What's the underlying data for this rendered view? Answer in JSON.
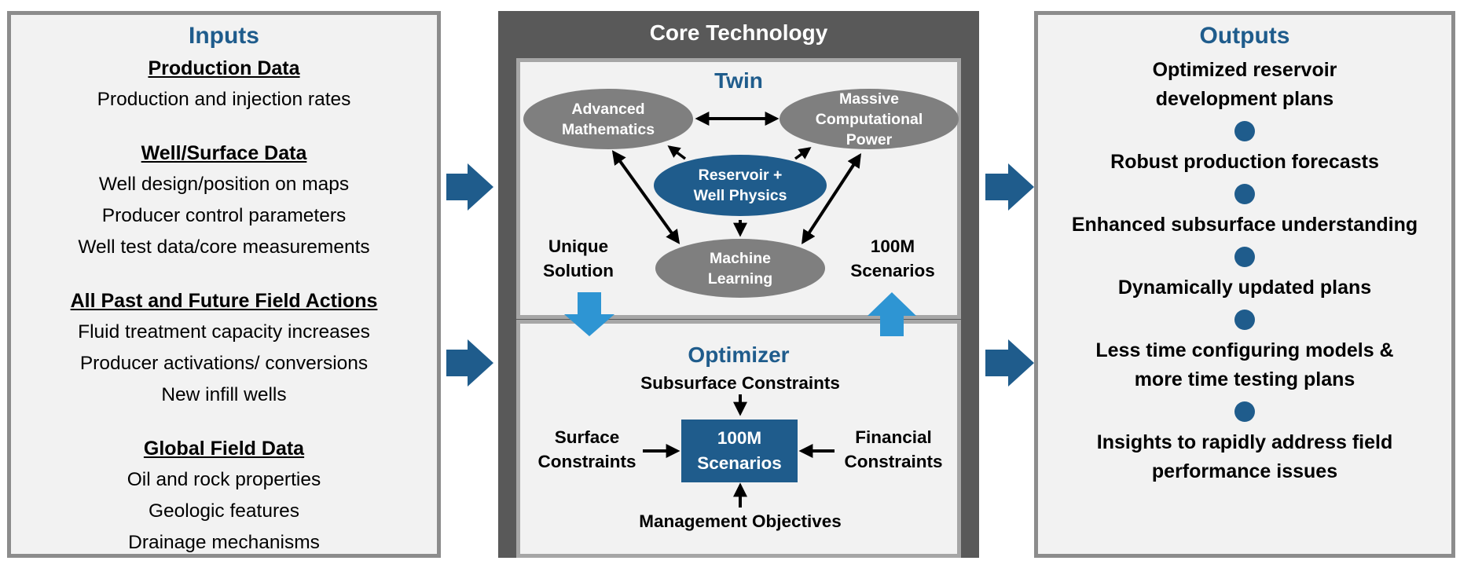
{
  "inputs": {
    "title": "Inputs",
    "groups": [
      {
        "heading": "Production Data",
        "items": [
          "Production and injection rates"
        ]
      },
      {
        "heading": "Well/Surface Data",
        "items": [
          "Well design/position on maps",
          "Producer control parameters",
          "Well test data/core measurements"
        ]
      },
      {
        "heading": "All Past and Future Field Actions",
        "items": [
          "Fluid treatment capacity increases",
          "Producer activations/ conversions",
          "New infill wells"
        ]
      },
      {
        "heading": "Global Field Data",
        "items": [
          "Oil and rock properties",
          "Geologic features",
          "Drainage mechanisms"
        ]
      }
    ]
  },
  "core": {
    "title": "Core Technology",
    "twin": {
      "title": "Twin",
      "advanced_math": [
        "Advanced",
        "Mathematics"
      ],
      "massive_power": [
        "Massive",
        "Computational",
        "Power"
      ],
      "reservoir_physics": [
        "Reservoir +",
        "Well Physics"
      ],
      "machine_learning": [
        "Machine",
        "Learning"
      ],
      "unique_solution": [
        "Unique",
        "Solution"
      ],
      "scenarios": [
        "100M",
        "Scenarios"
      ]
    },
    "optimizer": {
      "title": "Optimizer",
      "subsurface": "Subsurface Constraints",
      "surface": [
        "Surface",
        "Constraints"
      ],
      "financial": [
        "Financial",
        "Constraints"
      ],
      "management": "Management Objectives",
      "scenarios_box": [
        "100M",
        "Scenarios"
      ]
    }
  },
  "outputs": {
    "title": "Outputs",
    "items": [
      [
        "Optimized reservoir",
        "development plans"
      ],
      [
        "Robust production forecasts"
      ],
      [
        "Enhanced subsurface understanding"
      ],
      [
        "Dynamically updated plans"
      ],
      [
        "Less time configuring models &",
        "more time testing plans"
      ],
      [
        "Insights to rapidly address field",
        "performance issues"
      ]
    ]
  },
  "colors": {
    "accent_blue": "#1f5c8c",
    "light_blue_arrow": "#2e95d3",
    "core_dark": "#595959",
    "ellipse_grey": "#7f7f7f",
    "panel_bg": "#f2f2f2"
  }
}
